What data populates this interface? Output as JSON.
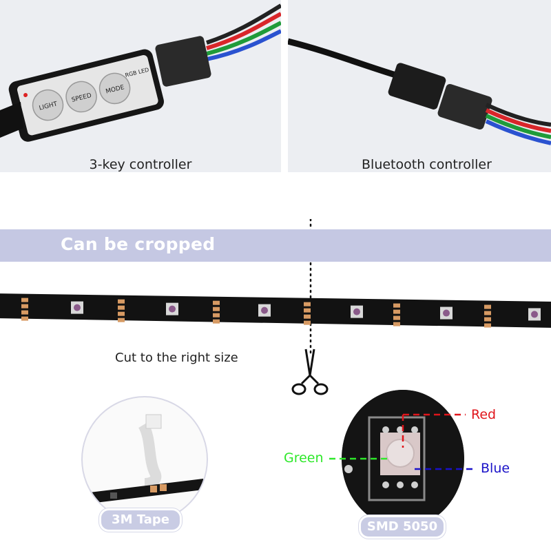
{
  "top": {
    "left_caption": "3-key controller",
    "right_caption": "Bluetooth controller",
    "remote_buttons": [
      "LIGHT",
      "SPEED",
      "MODE"
    ],
    "remote_label": "RGB LED"
  },
  "banner": {
    "text": "Can be cropped"
  },
  "cut": {
    "text": "Cut to the right size"
  },
  "tape": {
    "label": "3M Tape"
  },
  "smd": {
    "label": "SMD 5050",
    "red": "Red",
    "green": "Green",
    "blue": "Blue"
  },
  "colors": {
    "banner": "#c5c8e3",
    "red_label": "#e0151b",
    "green_label": "#2ee82a",
    "blue_label": "#1a12c8",
    "strip": "#121212",
    "copper": "#d79a63"
  }
}
